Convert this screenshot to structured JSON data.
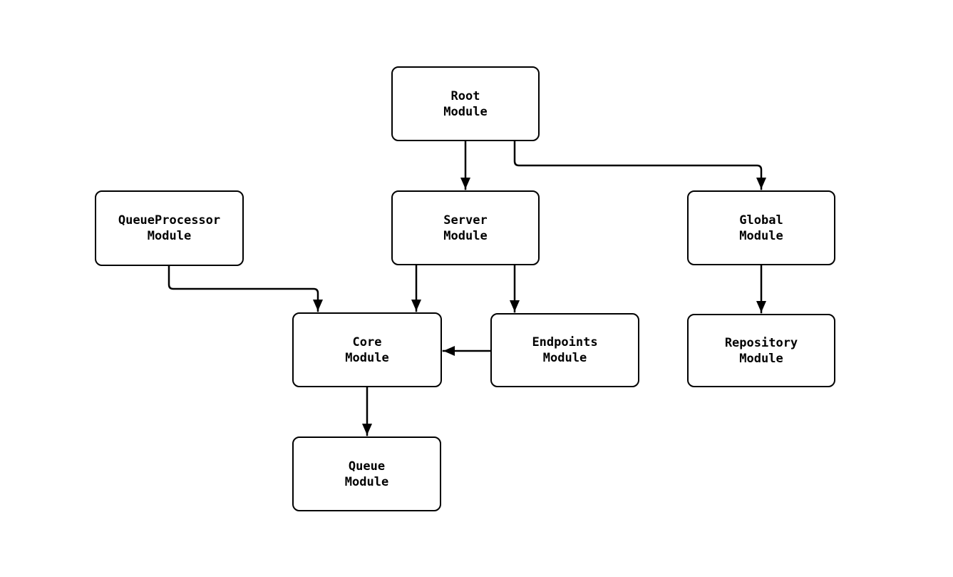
{
  "diagram": {
    "type": "flowchart",
    "background_color": "#ffffff",
    "stroke_color": "#000000",
    "nodes": {
      "root": {
        "label": "Root\nModule"
      },
      "queueprocessor": {
        "label": "QueueProcessor\nModule"
      },
      "server": {
        "label": "Server\nModule"
      },
      "global": {
        "label": "Global\nModule"
      },
      "core": {
        "label": "Core\nModule"
      },
      "endpoints": {
        "label": "Endpoints\nModule"
      },
      "repository": {
        "label": "Repository\nModule"
      },
      "queue": {
        "label": "Queue\nModule"
      }
    },
    "edges": [
      {
        "from": "root",
        "to": "server"
      },
      {
        "from": "root",
        "to": "global"
      },
      {
        "from": "queueprocessor",
        "to": "core"
      },
      {
        "from": "server",
        "to": "core"
      },
      {
        "from": "server",
        "to": "endpoints"
      },
      {
        "from": "endpoints",
        "to": "core"
      },
      {
        "from": "core",
        "to": "queue"
      },
      {
        "from": "global",
        "to": "repository"
      }
    ]
  }
}
